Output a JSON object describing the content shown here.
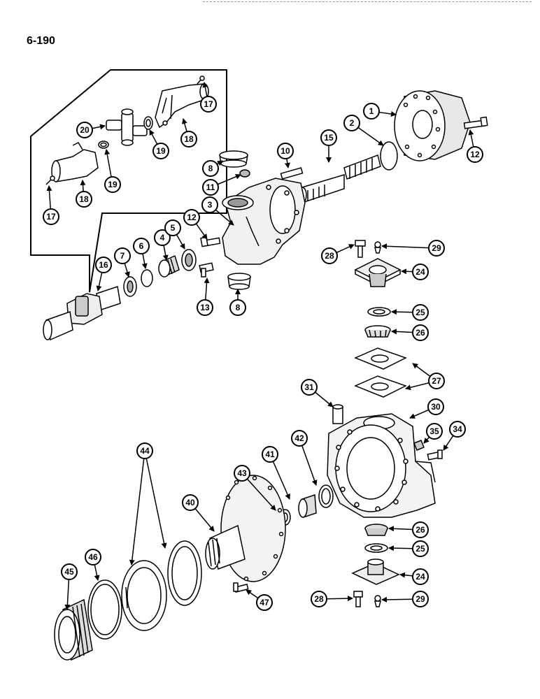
{
  "page": {
    "number": "6-190"
  },
  "colors": {
    "ink": "#000000",
    "paper": "#ffffff",
    "shade": "#d9d9d9",
    "dark": "#7a7a7a"
  },
  "callouts": [
    {
      "id": "c1",
      "label": "1"
    },
    {
      "id": "c2",
      "label": "2"
    },
    {
      "id": "c3",
      "label": "3"
    },
    {
      "id": "c4",
      "label": "4"
    },
    {
      "id": "c5",
      "label": "5"
    },
    {
      "id": "c6",
      "label": "6"
    },
    {
      "id": "c7",
      "label": "7"
    },
    {
      "id": "c8a",
      "label": "8"
    },
    {
      "id": "c8b",
      "label": "8"
    },
    {
      "id": "c10",
      "label": "10"
    },
    {
      "id": "c11",
      "label": "11"
    },
    {
      "id": "c12a",
      "label": "12"
    },
    {
      "id": "c12b",
      "label": "12"
    },
    {
      "id": "c13",
      "label": "13"
    },
    {
      "id": "c15",
      "label": "15"
    },
    {
      "id": "c16",
      "label": "16"
    },
    {
      "id": "c17a",
      "label": "17"
    },
    {
      "id": "c17b",
      "label": "17"
    },
    {
      "id": "c18a",
      "label": "18"
    },
    {
      "id": "c18b",
      "label": "18"
    },
    {
      "id": "c19a",
      "label": "19"
    },
    {
      "id": "c19b",
      "label": "19"
    },
    {
      "id": "c20",
      "label": "20"
    },
    {
      "id": "c24a",
      "label": "24"
    },
    {
      "id": "c24b",
      "label": "24"
    },
    {
      "id": "c25a",
      "label": "25"
    },
    {
      "id": "c25b",
      "label": "25"
    },
    {
      "id": "c26a",
      "label": "26"
    },
    {
      "id": "c26b",
      "label": "26"
    },
    {
      "id": "c27",
      "label": "27"
    },
    {
      "id": "c28a",
      "label": "28"
    },
    {
      "id": "c28b",
      "label": "28"
    },
    {
      "id": "c29a",
      "label": "29"
    },
    {
      "id": "c29b",
      "label": "29"
    },
    {
      "id": "c30",
      "label": "30"
    },
    {
      "id": "c31",
      "label": "31"
    },
    {
      "id": "c34",
      "label": "34"
    },
    {
      "id": "c35",
      "label": "35"
    },
    {
      "id": "c40",
      "label": "40"
    },
    {
      "id": "c41",
      "label": "41"
    },
    {
      "id": "c42",
      "label": "42"
    },
    {
      "id": "c43",
      "label": "43"
    },
    {
      "id": "c44",
      "label": "44"
    },
    {
      "id": "c45",
      "label": "45"
    },
    {
      "id": "c46",
      "label": "46"
    },
    {
      "id": "c47",
      "label": "47"
    }
  ]
}
